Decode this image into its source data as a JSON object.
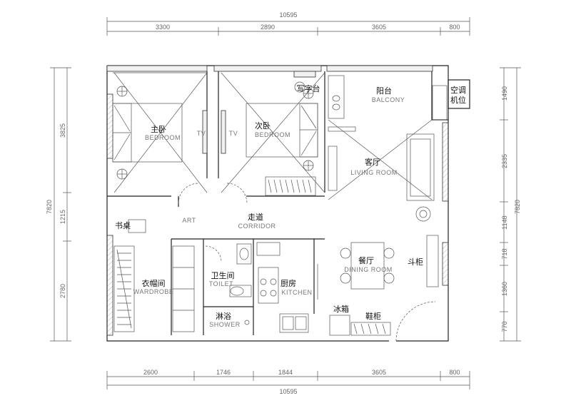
{
  "dimensions": {
    "top_total": "10595",
    "top_segments": [
      "3300",
      "2890",
      "3605",
      "800"
    ],
    "bottom_total": "10595",
    "bottom_segments": [
      "2600",
      "1746",
      "1844",
      "3605",
      "800"
    ],
    "left_total": "7820",
    "left_segments": [
      "3825",
      "1215",
      "2780"
    ],
    "right_total": "7820",
    "right_segments": [
      "1490",
      "2335",
      "1148",
      "718",
      "1360",
      "770"
    ]
  },
  "rooms": {
    "master_bedroom": {
      "zh": "主卧",
      "en": "BEDROOM"
    },
    "second_bedroom": {
      "zh": "次卧",
      "en": "BEDROOM"
    },
    "writing_desk": {
      "zh": "写字台"
    },
    "balcony": {
      "zh": "阳台",
      "en": "BALCONY"
    },
    "ac_unit": {
      "zh_line1": "空调",
      "zh_line2": "机位"
    },
    "living_room": {
      "zh": "客厅",
      "en": "LIVING ROOM"
    },
    "corridor": {
      "zh": "走道",
      "en": "CORRIDOR"
    },
    "art": {
      "en": "ART"
    },
    "desk": {
      "zh": "书桌"
    },
    "wardrobe": {
      "zh": "衣帽间",
      "en": "WARDROBE"
    },
    "toilet": {
      "zh": "卫生间",
      "en": "TOILET"
    },
    "shower": {
      "zh": "淋浴",
      "en": "SHOWER"
    },
    "kitchen": {
      "zh": "厨房",
      "en": "KITCHEN"
    },
    "dining_room": {
      "zh": "餐厅",
      "en": "DINING ROOM"
    },
    "cabinet": {
      "zh": "斗柜"
    },
    "fridge": {
      "zh": "冰箱"
    },
    "shoe_cabinet": {
      "zh": "鞋柜"
    }
  },
  "tv_labels": {
    "master": "TV",
    "second": "TV"
  }
}
